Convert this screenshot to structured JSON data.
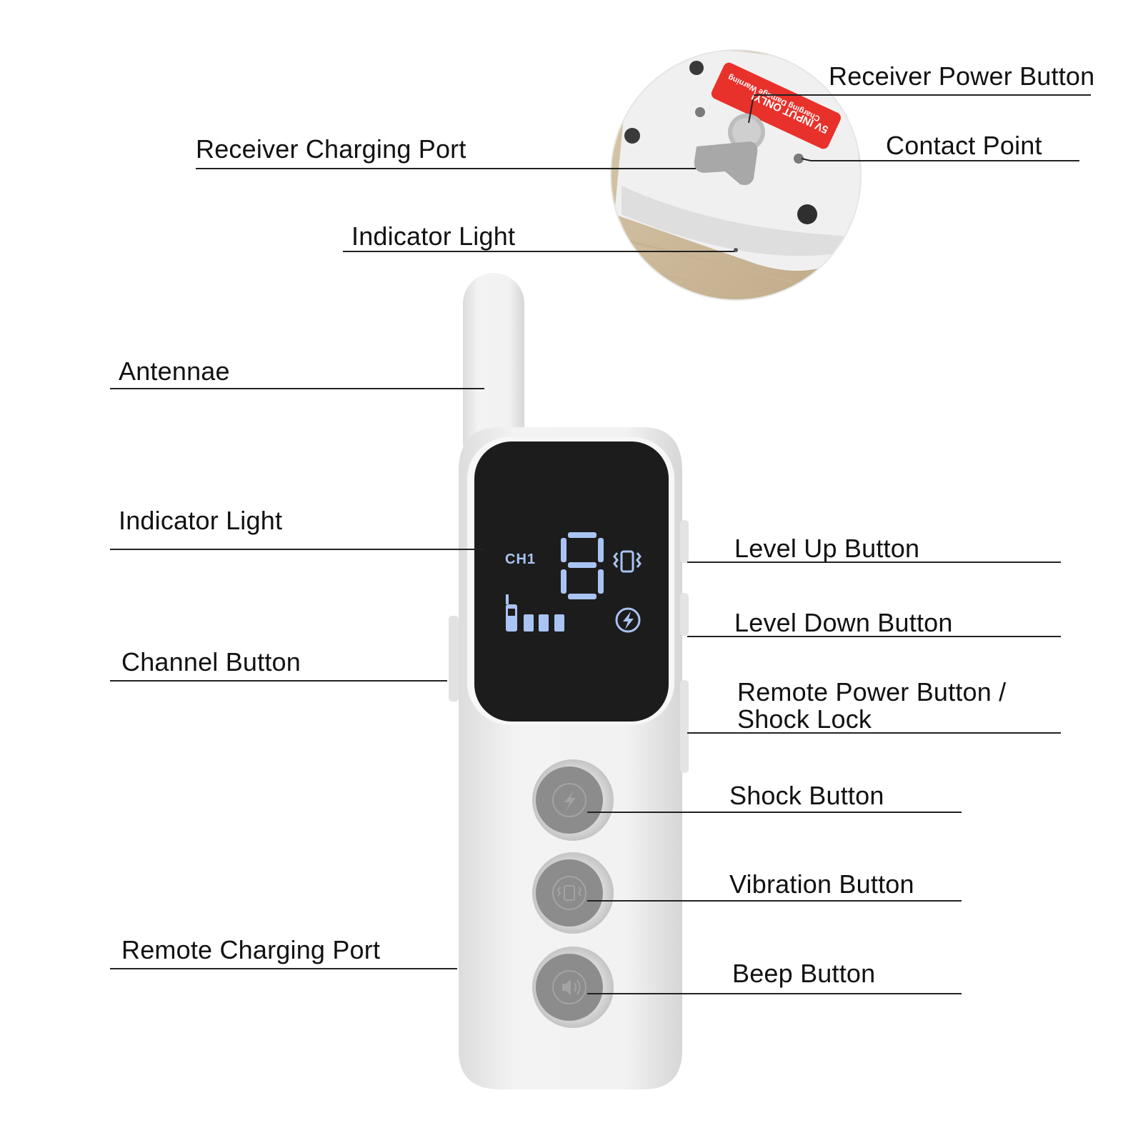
{
  "labels": {
    "receiver_power_button": "Receiver Power Button",
    "contact_point": "Contact Point",
    "receiver_charging_port": "Receiver Charging Port",
    "indicator_light_receiver": "Indicator Light",
    "antennae": "Antennae",
    "indicator_light_remote": "Indicator Light",
    "channel_button": "Channel Button",
    "level_up_button": "Level Up Button",
    "level_down_button": "Level Down Button",
    "remote_power_button": "Remote Power Button / Shock Lock",
    "shock_button": "Shock Button",
    "vibration_button": "Vibration Button",
    "beep_button": "Beep Button",
    "remote_charging_port": "Remote Charging Port"
  },
  "display": {
    "channel": "CH1",
    "level_digit": "8"
  },
  "receiver_sticker": {
    "line1": "5V INPUT ONLY!",
    "line2": "Charging Damage Warning"
  },
  "colors": {
    "device_body": "#eeeeee",
    "screen": "#1c1c1c",
    "lcd_glow": "#a9c4f2",
    "button_gray": "#8c8c8c",
    "warning_red": "#e8312a"
  },
  "icons": [
    "shock-icon",
    "vibration-icon",
    "beep-icon",
    "usb-icon",
    "power-icon",
    "signal-icon",
    "battery-icon"
  ]
}
